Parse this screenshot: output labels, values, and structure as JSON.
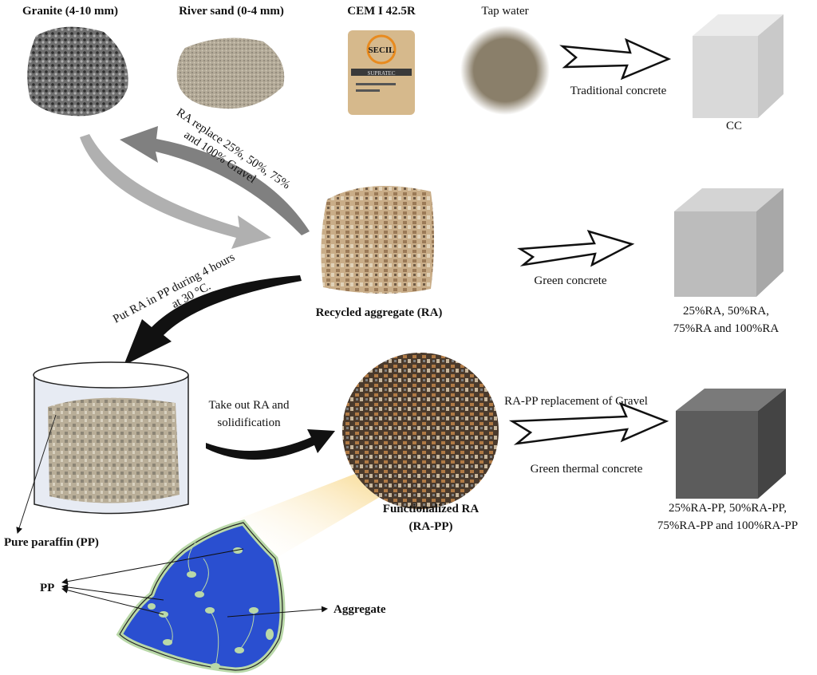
{
  "materials": {
    "granite": "Granite (4-10 mm)",
    "sand": "River sand (0-4 mm)",
    "cement": "CEM I 42.5R",
    "water": "Tap water",
    "cement_brand": "SECIL",
    "cement_product": "SUPRATEC"
  },
  "traditional": {
    "arrow_label": "Traditional concrete",
    "cube_label": "CC"
  },
  "replace_text": [
    "RA replace 25%, 50%, 75%",
    "and 100% Gravel"
  ],
  "recycled": {
    "label": "Recycled aggregate (RA)"
  },
  "green": {
    "arrow_label": "Green concrete",
    "cube_label": [
      "25%RA, 50%RA,",
      "75%RA and 100%RA"
    ]
  },
  "immersion_text": [
    "Put RA in PP during 4 hours",
    "at 30 °C."
  ],
  "takeout_text": [
    "Take out RA and",
    "solidification"
  ],
  "paraffin": {
    "label": "Pure paraffin (PP)"
  },
  "functionalized": {
    "label": [
      "Functionalized RA",
      "(RA-PP)"
    ]
  },
  "thermal": {
    "top_label": "RA-PP replacement of Gravel",
    "arrow_label": "Green thermal concrete",
    "cube_label": [
      "25%RA-PP, 50%RA-PP,",
      "75%RA-PP and 100%RA-PP"
    ]
  },
  "detail": {
    "pp_label": "PP",
    "aggregate_label": "Aggregate"
  },
  "colors": {
    "cube_cc": "#d9d9d9",
    "cube_ra": "#bcbcbc",
    "cube_rapp": "#5c5c5c",
    "blob_blue": "#2a4fd0",
    "blob_border": "#b9d8a8"
  }
}
